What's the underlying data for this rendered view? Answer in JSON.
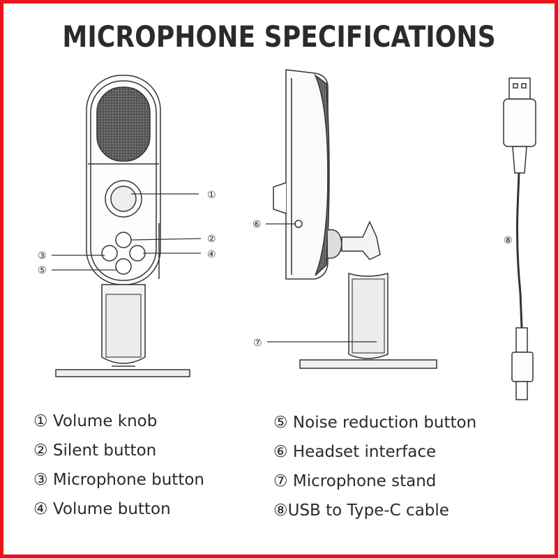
{
  "title": "MICROPHONE SPECIFICATIONS",
  "callouts": {
    "c1": "①",
    "c2": "②",
    "c3": "③",
    "c4": "④",
    "c5": "⑤",
    "c6": "⑥",
    "c7": "⑦",
    "c8": "⑧"
  },
  "legend": [
    "① Volume knob",
    "② Silent button",
    "③ Microphone button",
    "④ Volume button",
    "⑤ Noise reduction button",
    "⑥ Headset interface",
    "⑦ Microphone stand",
    "⑧USB to Type-C cable"
  ],
  "colors": {
    "border": "#e8141c",
    "title": "#2b2b2b",
    "line": "#333333"
  }
}
